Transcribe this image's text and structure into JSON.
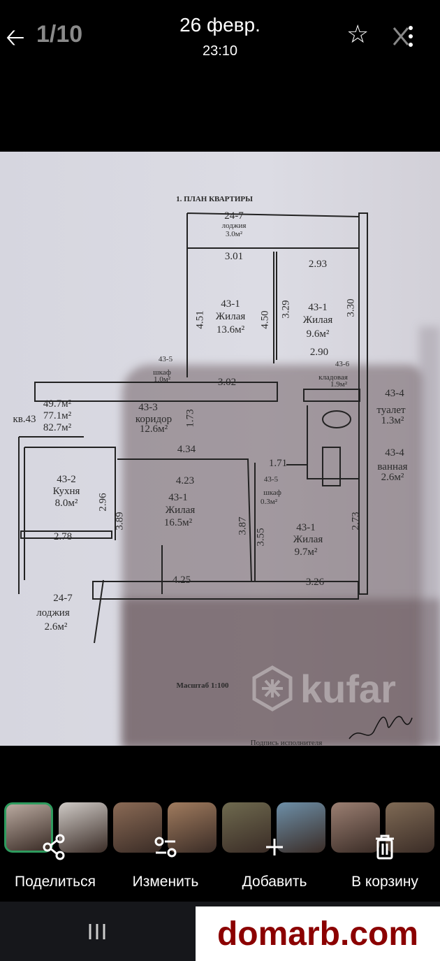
{
  "header": {
    "counter": "1/10",
    "date": "26 февр.",
    "time": "23:10",
    "back_icon": "arrow-left",
    "favorite_icon": "star",
    "more_icon": "more"
  },
  "plan": {
    "title": "1. ПЛАН КВАРТИРЫ",
    "labels": [
      "24-7",
      "лоджия",
      "3.0м²",
      "3.01",
      "2.93",
      "4.51",
      "43-1",
      "Жилая",
      "13.6м²",
      "4.50",
      "3.29",
      "43-1",
      "Жилая",
      "9.6м²",
      "3.30",
      "2.90",
      "43-6",
      "кладовая",
      "1.9м²",
      "43-5",
      "шкаф",
      "1.0м²",
      "3.02",
      "49.7м²",
      "77.1м²",
      "82.7м²",
      "кв.43",
      "43-3",
      "коридор",
      "12.6м²",
      "1.73",
      "43-4",
      "туалет",
      "1.3м²",
      "4.34",
      "4.23",
      "1.71",
      "43-4",
      "ванная",
      "2.6м²",
      "43-5",
      "шкаф",
      "0.3м²",
      "43-2",
      "Кухня",
      "8.0м²",
      "2.96",
      "3.89",
      "43-1",
      "Жилая",
      "16.5м²",
      "3.87",
      "3.55",
      "43-1",
      "Жилая",
      "9.7м²",
      "2.73",
      "2.78",
      "4.25",
      "3.26",
      "24-7",
      "лоджия",
      "2.6м²"
    ],
    "scale": "Масштаб 1:100",
    "signature_caption": "Подпись исполнителя",
    "watermark": "kufar"
  },
  "thumbnails": 8,
  "actions": [
    {
      "label": "Поделиться",
      "icon": "share"
    },
    {
      "label": "Изменить",
      "icon": "edit-sliders"
    },
    {
      "label": "Добавить",
      "icon": "plus"
    },
    {
      "label": "В корзину",
      "icon": "trash"
    }
  ],
  "nav": {
    "recents_icon": "recents"
  },
  "brand": {
    "text": "domarb.com",
    "color": "#8b0000"
  }
}
